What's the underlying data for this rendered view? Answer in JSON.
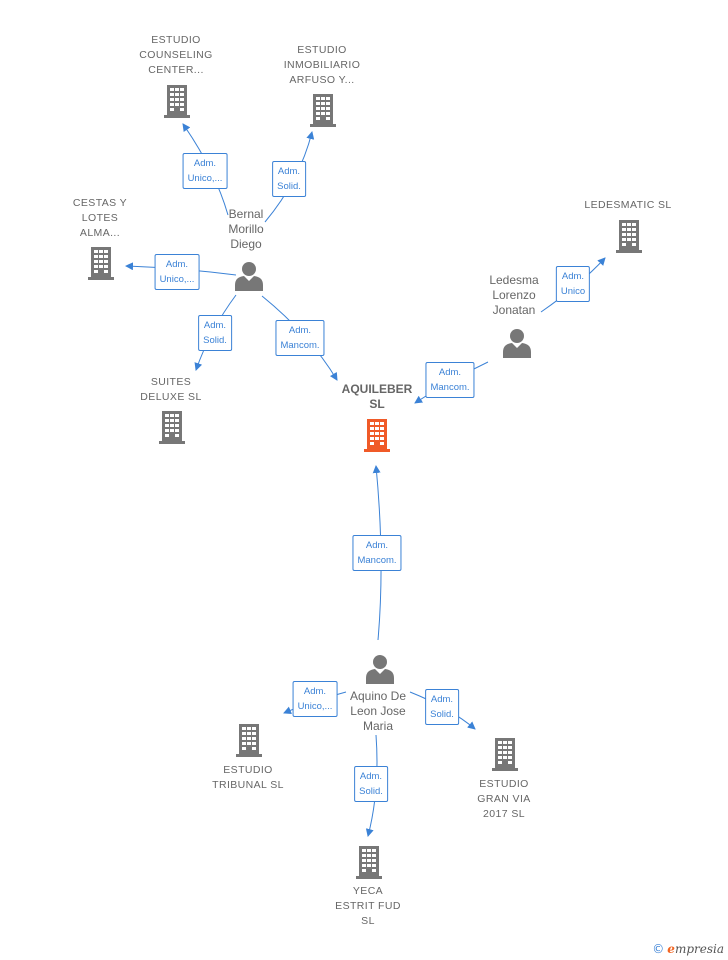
{
  "colors": {
    "edge": "#3b82d6",
    "company": "#777777",
    "center": "#f05a28",
    "person": "#777777"
  },
  "nodes": {
    "counseling": {
      "label": "ESTUDIO\nCOUNSELING\nCENTER...",
      "icon": "building-icon"
    },
    "inmobiliario": {
      "label": "ESTUDIO\nINMOBILIARIO\nARFUSO Y...",
      "icon": "building-icon"
    },
    "cestas": {
      "label": "CESTAS Y\nLOTES\nALMA...",
      "icon": "building-icon"
    },
    "suites": {
      "label": "SUITES\nDELUXE  SL",
      "icon": "building-icon"
    },
    "ledesmatic": {
      "label": "LEDESMATIC SL",
      "icon": "building-icon"
    },
    "aquileber": {
      "label": "AQUILEBER\nSL",
      "icon": "building-icon"
    },
    "tribunal": {
      "label": "ESTUDIO\nTRIBUNAL  SL",
      "icon": "building-icon"
    },
    "granvia": {
      "label": "ESTUDIO\nGRAN VIA\n2017  SL",
      "icon": "building-icon"
    },
    "yeca": {
      "label": "YECA\nESTRIT FUD\nSL",
      "icon": "building-icon"
    },
    "bernal": {
      "label": "Bernal\nMorillo\nDiego",
      "icon": "person-icon"
    },
    "ledesma": {
      "label": "Ledesma\nLorenzo\nJonatan",
      "icon": "person-icon"
    },
    "aquino": {
      "label": "Aquino De\nLeon Jose\nMaria",
      "icon": "person-icon"
    }
  },
  "edges": {
    "bernal_counseling": "Adm.\nUnico,...",
    "bernal_inmobiliario": "Adm.\nSolid.",
    "bernal_cestas": "Adm.\nUnico,...",
    "bernal_suites": "Adm.\nSolid.",
    "bernal_aquileber": "Adm.\nMancom.",
    "ledesma_ledesmatic": "Adm.\nUnico",
    "ledesma_aquileber": "Adm.\nMancom.",
    "aquino_aquileber": "Adm.\nMancom.",
    "aquino_tribunal": "Adm.\nUnico,...",
    "aquino_granvia": "Adm.\nSolid.",
    "aquino_yeca": "Adm.\nSolid."
  },
  "brand": {
    "copyright": "©",
    "name_initial": "e",
    "name_rest": "mpresia"
  }
}
